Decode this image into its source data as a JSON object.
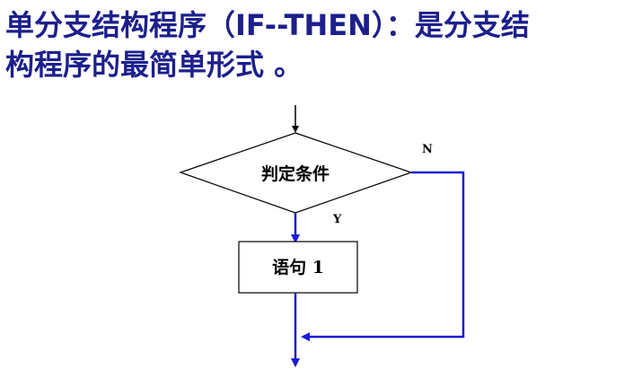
{
  "heading": {
    "line1": "单分支结构程序（IF--THEN）：是分支结",
    "line2": "构程序的最简单形式 。"
  },
  "diagram": {
    "condition_label": "判定条件",
    "statement_label": "语句 1",
    "no_label": "N",
    "yes_label": "Y"
  },
  "colors": {
    "heading": "#1c1f8c",
    "flow_line": "#1a1adb",
    "shape_stroke": "#000000"
  }
}
